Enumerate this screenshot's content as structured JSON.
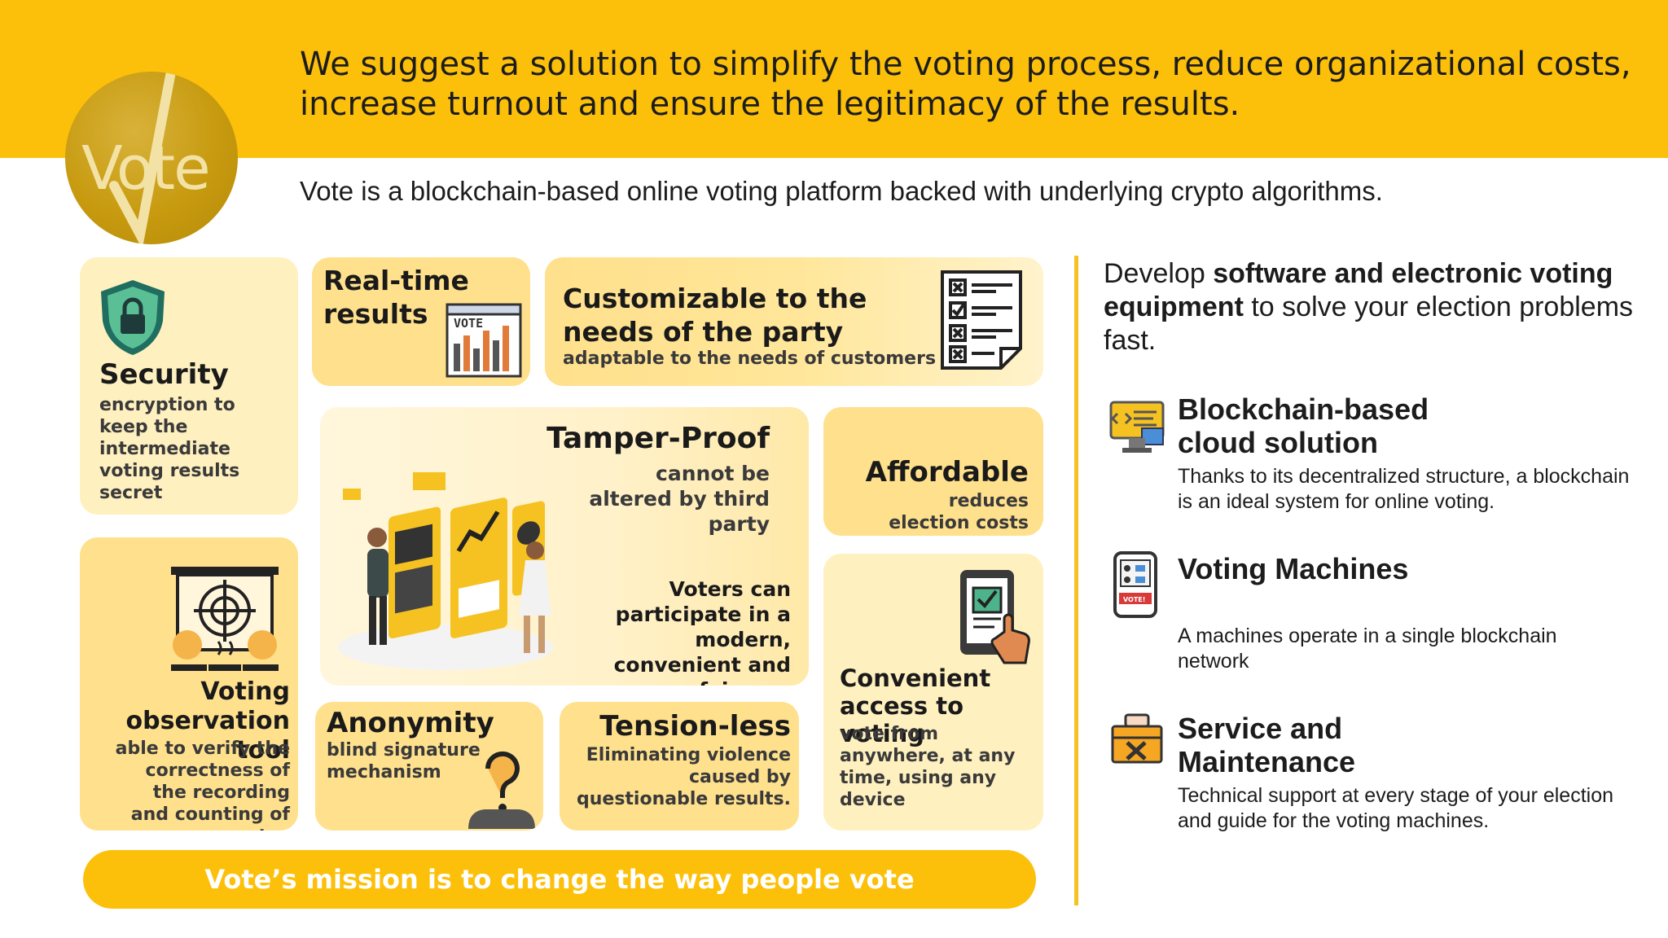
{
  "header": {
    "headline": "We suggest a solution to simplify the voting process, reduce organizational costs, increase turnout and ensure the legitimacy of the results.",
    "subtitle": "Vote is a blockchain-based online voting platform backed with underlying crypto algorithms.",
    "logo_text": "Vote"
  },
  "cards": {
    "security": {
      "title": "Security",
      "desc": "encryption to keep the intermediate voting results secret",
      "icon": "shield-lock-icon"
    },
    "realtime": {
      "title": "Real-time results",
      "icon": "vote-chart-icon",
      "icon_text": "VOTE"
    },
    "customizable": {
      "title": "Customizable to the needs of the party",
      "desc": "adaptable to the needs of customers",
      "icon": "checklist-icon"
    },
    "tamper": {
      "title": "Tamper-Proof",
      "desc": "cannot be altered by third party",
      "extra": "Voters can participate in a modern, convenient and fair way",
      "icon": "people-dashboard-illustration"
    },
    "affordable": {
      "title": "Affordable",
      "desc": "reduces election costs"
    },
    "observation": {
      "title": "Voting observation tool",
      "desc": "able to verify the correctness of the recording and counting of votes",
      "icon": "observation-screen-icon"
    },
    "anonymity": {
      "title": "Anonymity",
      "desc": "blind signature mechanism",
      "icon": "question-person-icon"
    },
    "tension": {
      "title": "Tension-less",
      "desc": "Eliminating violence caused by questionable results."
    },
    "convenient": {
      "title": "Convenient access to voting",
      "desc": "vote from anywhere, at any time, using any device",
      "icon": "tablet-vote-icon"
    }
  },
  "mission": "Vote’s mission is to change the way people vote",
  "right": {
    "intro_pre": "Develop ",
    "intro_bold": "software and electronic voting equipment",
    "intro_post": " to solve your election problems fast.",
    "features": [
      {
        "title": "Blockchain-based cloud solution",
        "desc": "Thanks to its decentralized structure, a blockchain is an ideal system for online voting.",
        "icon": "cloud-code-monitor-icon"
      },
      {
        "title": "Voting Machines",
        "desc": "A machines operate in a single blockchain network",
        "icon": "voting-machine-icon",
        "icon_text": "VOTE!"
      },
      {
        "title": "Service and Maintenance",
        "desc": "Technical support at every stage of your election and guide for the voting machines.",
        "icon": "toolbox-icon"
      }
    ]
  },
  "colors": {
    "accent": "#fcc00a",
    "card_light": "#fff0bf",
    "card_mid": "#ffe08c",
    "gold": "#c79a0f"
  }
}
